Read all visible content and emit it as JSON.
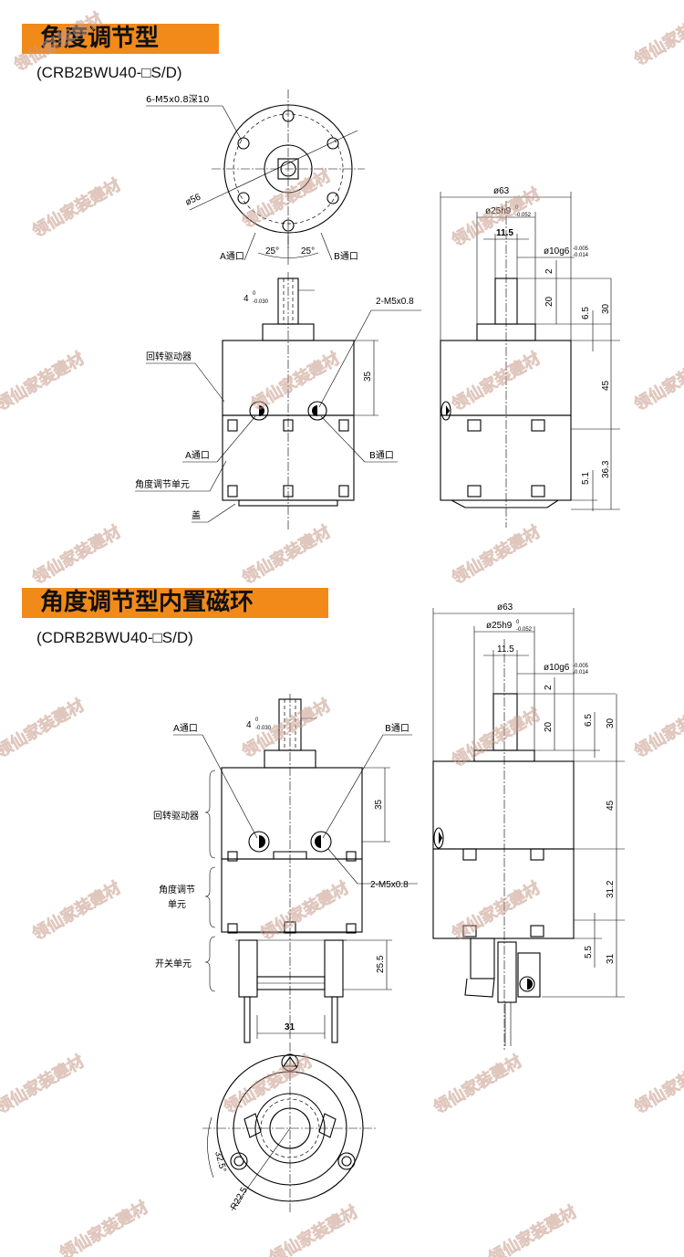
{
  "section1": {
    "title": "角度调节型",
    "model": "(CRB2BWU40-□S/D)",
    "top_view": {
      "hole_label": "6-M5x0.8深10",
      "diameter": "ø56",
      "port_a": "A通口",
      "port_b": "B通口",
      "angle_left": "25°",
      "angle_right": "25°"
    },
    "front_view": {
      "shaft_tol_main": "4",
      "shaft_tol_upper": "0",
      "shaft_tol_lower": "-0.030",
      "thread_label": "2-M5x0.8",
      "dim_35": "35",
      "actuator_label": "回转驱动器",
      "port_a": "A通口",
      "port_b": "B通口",
      "angle_unit_label": "角度调节单元",
      "cover_label": "盖"
    },
    "side_view": {
      "dia_63": "ø63",
      "dia_25": "ø25h9",
      "dia_25_upper": "0",
      "dia_25_lower": "-0.052",
      "dim_11_5": "11.5",
      "dia_10": "ø10g6",
      "dia_10_upper": "-0.005",
      "dia_10_lower": "-0.014",
      "dim_2": "2",
      "dim_20": "20",
      "dim_6_5": "6.5",
      "dim_30": "30",
      "dim_45": "45",
      "dim_36_3": "36.3",
      "dim_5_1": "5.1"
    }
  },
  "section2": {
    "title": "角度调节型内置磁环",
    "model": "(CDRB2BWU40-□S/D)",
    "front_view": {
      "port_a": "A通口",
      "port_b": "B通口",
      "shaft_tol_main": "4",
      "shaft_tol_upper": "0",
      "shaft_tol_lower": "-0.030",
      "dim_35": "35",
      "actuator_label": "回转驱动器",
      "thread_label": "2-M5x0.8",
      "angle_unit_label_1": "角度调节",
      "angle_unit_label_2": "单元",
      "switch_unit_label": "开关单元",
      "dim_25_5": "25.5",
      "dim_31": "31"
    },
    "side_view": {
      "dia_63": "ø63",
      "dia_25": "ø25h9",
      "dia_25_upper": "0",
      "dia_25_lower": "-0.052",
      "dim_11_5": "11.5",
      "dia_10": "ø10g6",
      "dia_10_upper": "-0.005",
      "dia_10_lower": "-0.014",
      "dim_2": "2",
      "dim_20": "20",
      "dim_6_5": "6.5",
      "dim_30": "30",
      "dim_45": "45",
      "dim_31_2": "31.2",
      "dim_5_5": "5.5",
      "dim_31": "31"
    },
    "bottom_view": {
      "angle": "32.5°",
      "radius": "R22.5"
    }
  },
  "watermark": "领仙家装建材"
}
